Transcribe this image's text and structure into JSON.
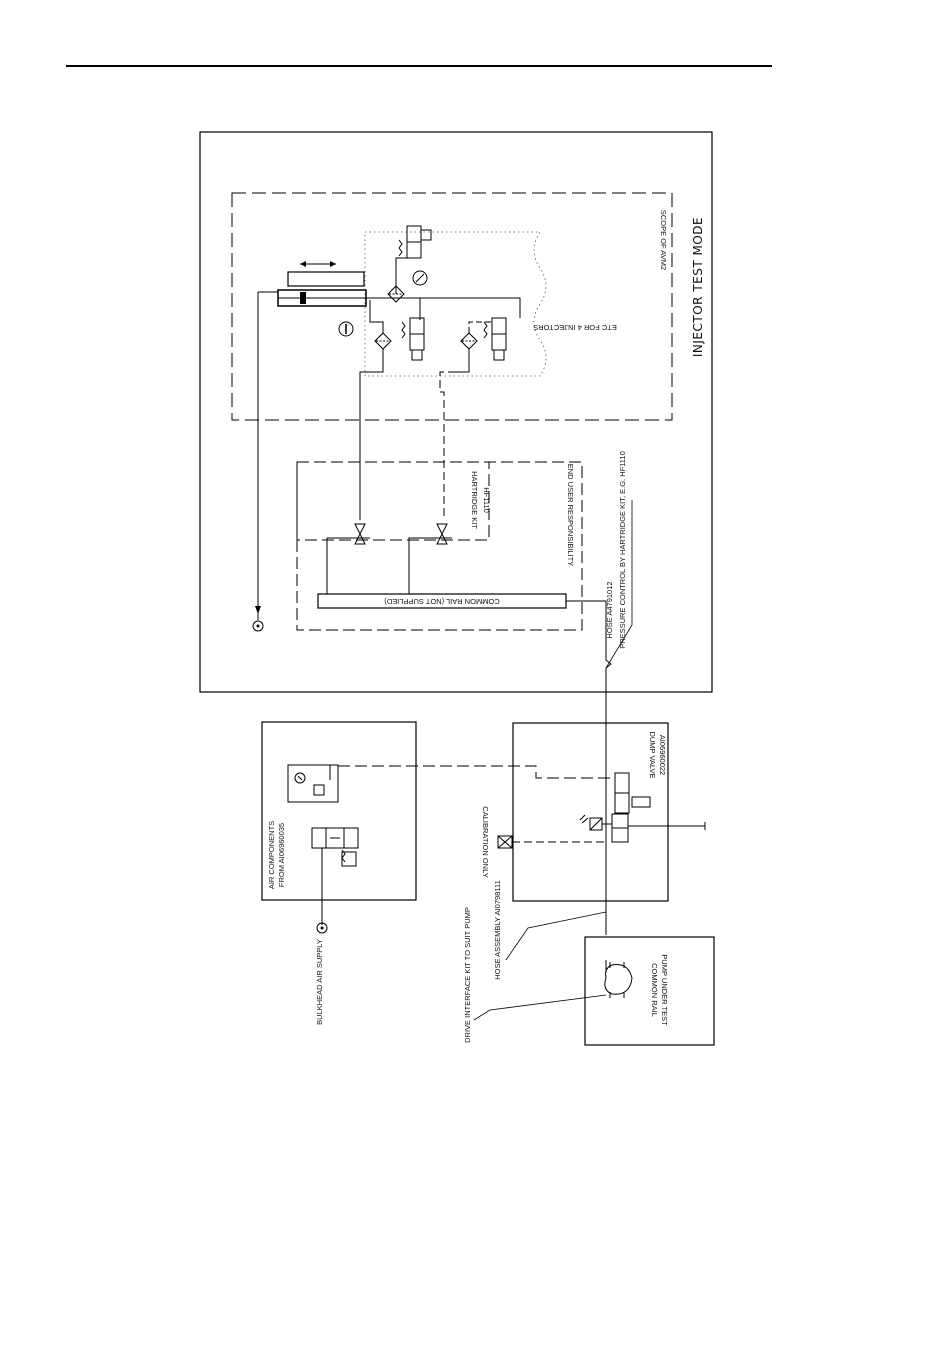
{
  "title": "INJECTOR TEST MODE",
  "labels": {
    "scope": "SCOPE OF AVM2",
    "etc_injectors": "ETC FOR 4 INJECTORS",
    "hartridge_kit": "HARTRIDGE KIT",
    "hartridge_kit_code": "HF1110",
    "end_user": "END USER RESPONSIBILITY",
    "common_rail": "COMMON RAIL (NOT SUPPLIED)",
    "hose_a": "HOSE A4791012",
    "pressure_control": "PRESSURE CONTROL BY HARTRIDGE KIT, E.G. HF1110",
    "air_components": "AIR COMPONENTS",
    "air_components_from": "FROM AI06960035",
    "dump_valve": "DUMP VALVE",
    "dump_valve_code": "AI06960022",
    "calibration": "CALIBRATION ONLY",
    "bulkhead": "BULKHEAD AIR SUPPLY",
    "hose_assembly": "HOSE ASSEMBLY AI0798111",
    "drive_interface": "DRIVE INTERFACE KIT TO SUIT PUMP",
    "pump_line1": "COMMON RAIL",
    "pump_line2": "PUMP UNDER TEST"
  }
}
